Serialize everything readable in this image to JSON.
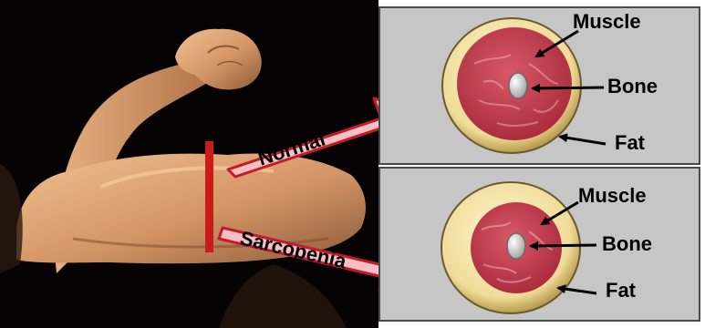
{
  "arrows": {
    "normal_label": "Normal",
    "sarcopenia_label": "Sarcopenia"
  },
  "normal_panel": {
    "muscle_label": "Muscle",
    "bone_label": "Bone",
    "fat_label": "Fat"
  },
  "sarcopenia_panel": {
    "muscle_label": "Muscle",
    "bone_label": "Bone",
    "fat_label": "Fat"
  },
  "colors": {
    "background": "#050303",
    "panel": "#c6c6c6",
    "panel_border": "#4a4a4a",
    "skin": "#d9a070",
    "fat": "#f2e4a4",
    "muscle": "#bc3848",
    "bone": "#d4d4d4",
    "marker": "#cc1a1a",
    "arrow_fill": "#f4c0c4",
    "arrow_stroke": "#c41a2a"
  }
}
